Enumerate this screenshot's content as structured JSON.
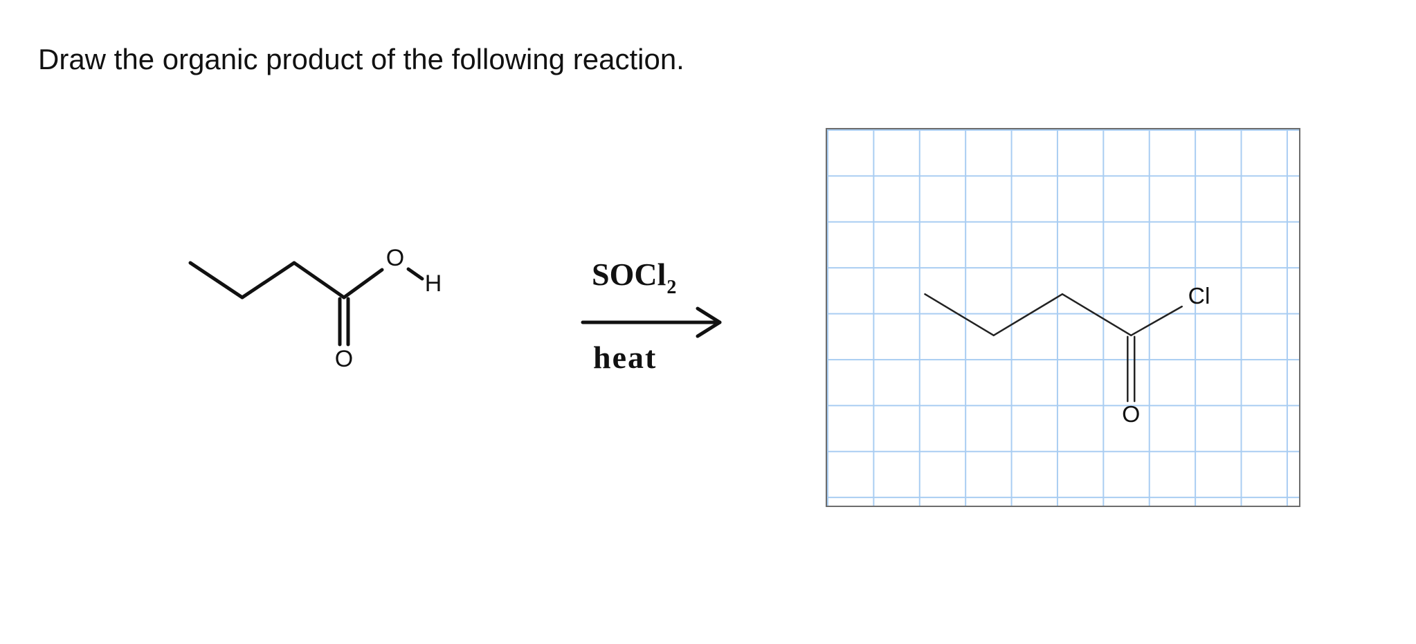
{
  "question": {
    "text": "Draw the organic product of the following reaction."
  },
  "reactant": {
    "oxygen_hydroxyl": "O",
    "hydrogen": "H",
    "oxygen_carbonyl": "O"
  },
  "reagents": {
    "above_arrow_main": "SOCl",
    "above_arrow_subscript": "2",
    "below_arrow": "heat"
  },
  "product": {
    "chlorine": "Cl",
    "oxygen_carbonyl": "O"
  },
  "colors": {
    "grid_line": "#a9cdf2",
    "grid_border": "#6d6d6d",
    "ink": "#111111"
  }
}
